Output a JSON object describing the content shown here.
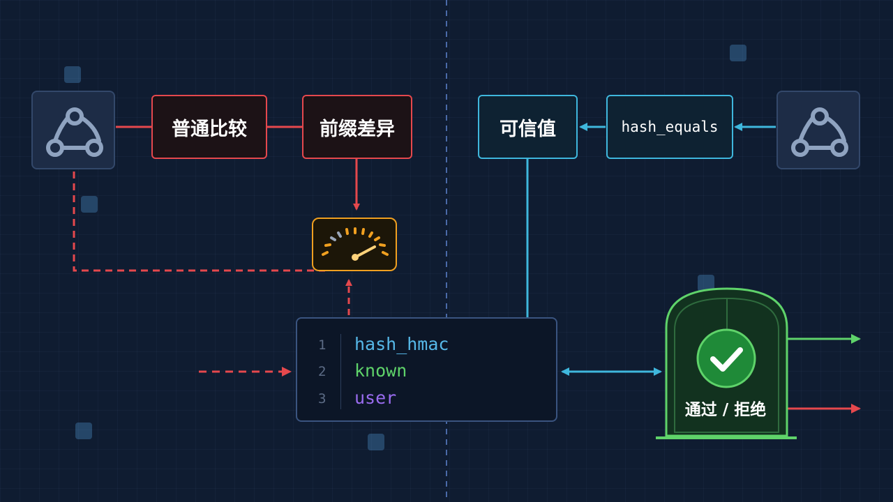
{
  "left_flow": {
    "step_1": "普通比较",
    "step_2": "前缀差异"
  },
  "right_flow": {
    "trusted_value": "可信值",
    "compare_function": "hash_equals"
  },
  "code_panel": {
    "lines": [
      {
        "number": "1",
        "text": "hash_hmac",
        "color": "#56b8e8"
      },
      {
        "number": "2",
        "text": "known",
        "color": "#5fd36a"
      },
      {
        "number": "3",
        "text": "user",
        "color": "#9a6cf0"
      }
    ]
  },
  "gate": {
    "label": "通过 / 拒绝"
  },
  "icons": {
    "left_source": "webhook-icon",
    "right_source": "webhook-icon",
    "timer": "speedometer-icon",
    "result": "checkmark-icon"
  },
  "colors": {
    "insecure": "#e5484d",
    "secure": "#3fb7dd",
    "timing": "#f0a020",
    "pass": "#5fd36a",
    "reject": "#e5484d"
  }
}
